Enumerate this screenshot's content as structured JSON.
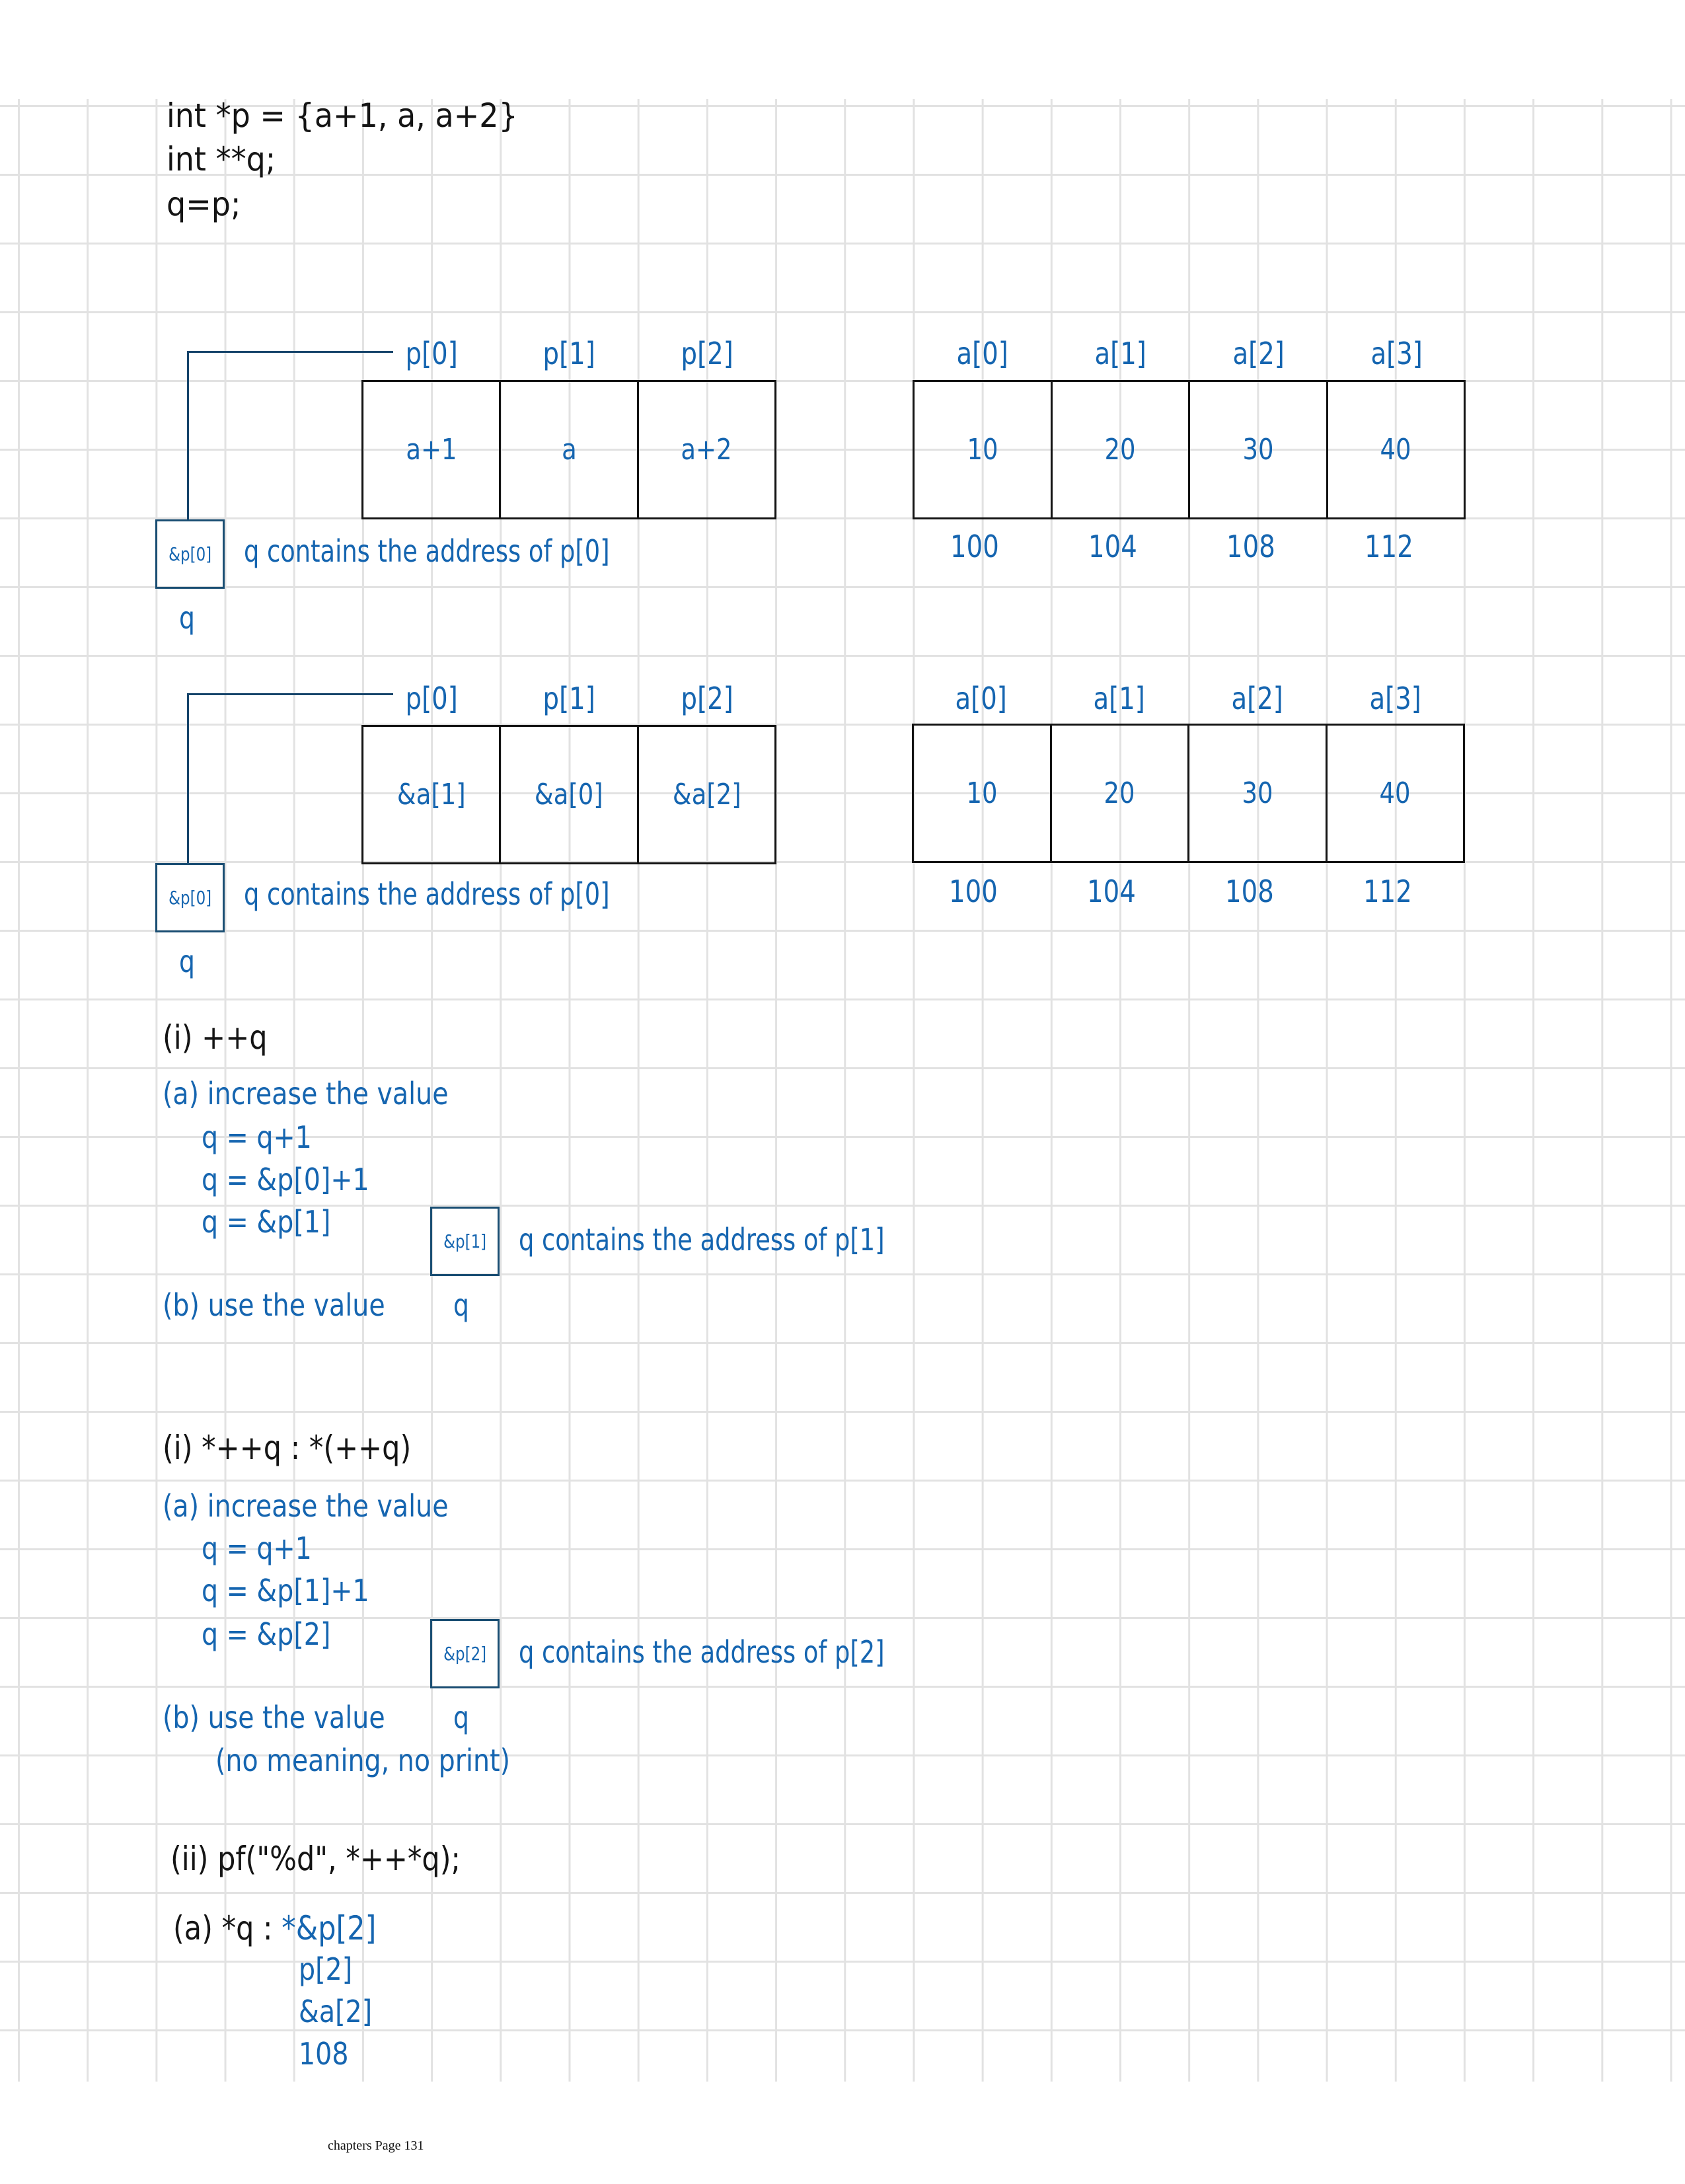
{
  "declarations": [
    "int *p = {a+1, a, a+2}",
    "int **q;",
    "q=p;"
  ],
  "diagram1": {
    "p_labels": [
      "p[0]",
      "p[1]",
      "p[2]"
    ],
    "p_values": [
      "a+1",
      "a",
      "a+2"
    ],
    "q_box_value": "&p[0]",
    "q_label": "q",
    "q_note": "q contains the address of p[0]",
    "a_labels": [
      "a[0]",
      "a[1]",
      "a[2]",
      "a[3]"
    ],
    "a_values": [
      "10",
      "20",
      "30",
      "40"
    ],
    "a_addresses": [
      "100",
      "104",
      "108",
      "112"
    ]
  },
  "diagram2": {
    "p_labels": [
      "p[0]",
      "p[1]",
      "p[2]"
    ],
    "p_values": [
      "&a[1]",
      "&a[0]",
      "&a[2]"
    ],
    "q_box_value": "&p[0]",
    "q_label": "q",
    "q_note": "q contains the address of p[0]",
    "a_labels": [
      "a[0]",
      "a[1]",
      "a[2]",
      "a[3]"
    ],
    "a_values": [
      "10",
      "20",
      "30",
      "40"
    ],
    "a_addresses": [
      "100",
      "104",
      "108",
      "112"
    ]
  },
  "section1": {
    "heading": "(i) ++q",
    "step_a": "(a) increase the value",
    "lines": [
      "q = q+1",
      "q = &p[0]+1",
      "q = &p[1]"
    ],
    "q_box_value": "&p[1]",
    "q_note": "q contains the address of p[1]",
    "step_b": "(b) use the value",
    "q_label": "q"
  },
  "section2": {
    "heading": "(i) *++q : *(++q)",
    "step_a": "(a) increase the value",
    "lines": [
      "q = q+1",
      "q = &p[1]+1",
      "q = &p[2]"
    ],
    "q_box_value": "&p[2]",
    "q_note": "q contains the address of p[2]",
    "step_b": "(b) use the value",
    "q_label": "q",
    "remark": "(no meaning, no print)"
  },
  "section3": {
    "heading": "(ii) pf(\"%d\", *++*q);",
    "step_a_prefix": "(a) *q : ",
    "step_a_value": "*&p[2]",
    "chain": [
      "p[2]",
      "&a[2]",
      "108"
    ]
  },
  "footer": "chapters Page 131",
  "colors": {
    "ink_black": "#141414",
    "ink_blue": "#1565b0",
    "pointer_line": "#17456b",
    "grid": "#e2e2e2"
  }
}
